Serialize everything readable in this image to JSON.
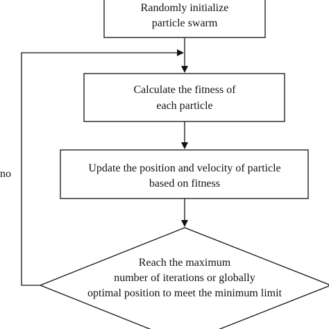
{
  "flowchart": {
    "nodes": {
      "init": {
        "line1": "Randomly initialize",
        "line2": "particle swarm"
      },
      "fitness": {
        "line1": "Calculate the fitness of",
        "line2": "each particle"
      },
      "update": {
        "line1": "Update the position and velocity of particle",
        "line2": "based on fitness"
      },
      "decision": {
        "line1": "Reach the maximum",
        "line2": "number of iterations or globally",
        "line3": "optimal position to meet the minimum limit"
      }
    },
    "loop_label": "no"
  },
  "colors": {
    "stroke": "#111111",
    "background": "#ffffff"
  }
}
